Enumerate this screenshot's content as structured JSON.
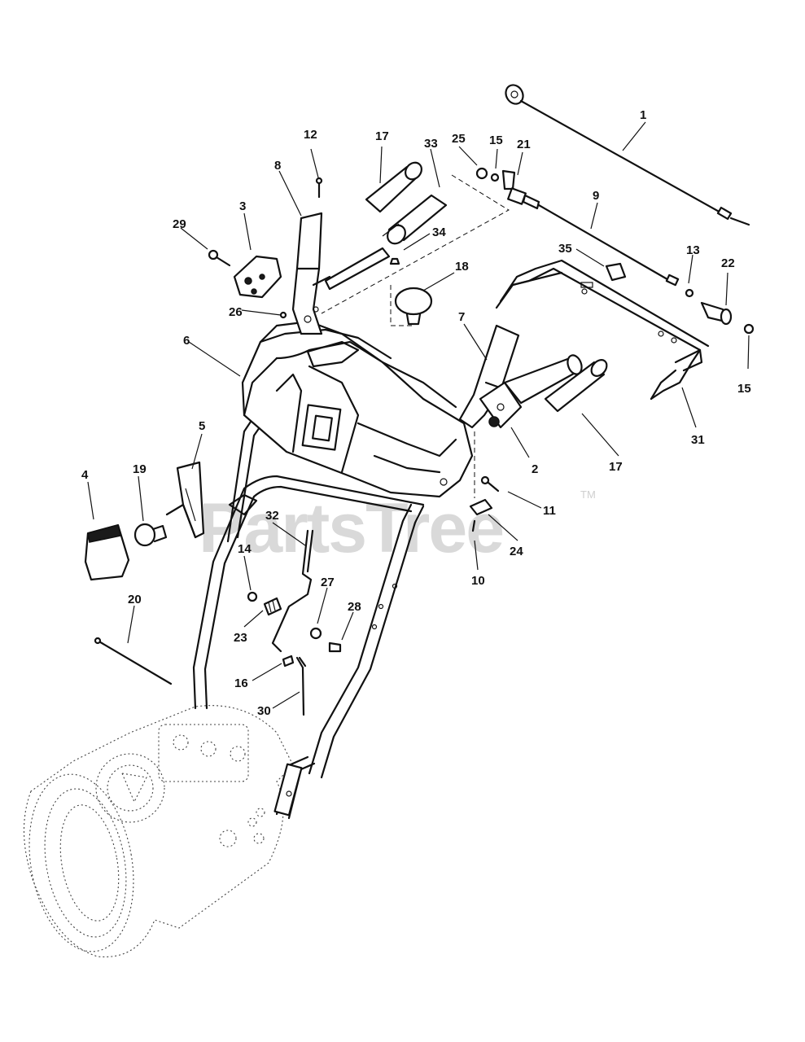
{
  "watermark": {
    "text": "PartsTree",
    "trademark": "TM"
  },
  "callouts": [
    "1",
    "2",
    "3",
    "4",
    "5",
    "6",
    "7",
    "8",
    "9",
    "10",
    "11",
    "12",
    "13",
    "14",
    "15",
    "15",
    "16",
    "17",
    "17",
    "18",
    "19",
    "20",
    "21",
    "22",
    "23",
    "24",
    "25",
    "26",
    "27",
    "28",
    "29",
    "30",
    "31",
    "32",
    "33",
    "34",
    "35"
  ],
  "part_icons": [
    "cable-icon",
    "handle-panel-icon",
    "light-housing-icon",
    "bulb-icon",
    "grip-icon",
    "knob-icon",
    "bracket-icon",
    "rod-icon",
    "spring-icon",
    "bolt-icon"
  ],
  "colors": {
    "line": "#111111",
    "watermark": "#d9d9d9",
    "ghost": "#444444",
    "background": "#ffffff"
  }
}
